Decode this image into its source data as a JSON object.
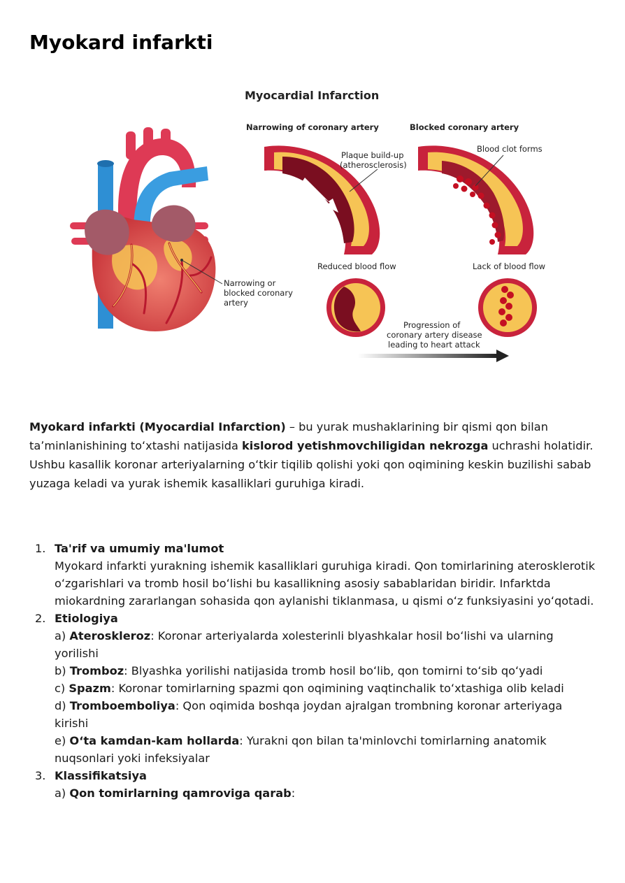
{
  "page": {
    "title": "Myokard infarkti"
  },
  "figure": {
    "title": "Myocardial Infarction",
    "narrowing_heading": "Narrowing of coronary artery",
    "blocked_heading": "Blocked coronary artery",
    "plaque_label_1": "Plaque build-up",
    "plaque_label_2": "(atherosclerosis)",
    "clot_label": "Blood clot forms",
    "reduced_flow": "Reduced blood flow",
    "lack_flow": "Lack of blood flow",
    "heart_label_1": "Narrowing or",
    "heart_label_2": "blocked coronary",
    "heart_label_3": "artery",
    "progression_1": "Progression of",
    "progression_2": "coronary artery disease",
    "progression_3": "leading to heart attack",
    "colors": {
      "artery": "#c8233c",
      "plaque": "#f6c455",
      "clot": "#c40f22",
      "aorta": "#de3a55",
      "vein": "#2e8fd4",
      "muscle": "#e05a4a",
      "atrium": "#a35a68"
    }
  },
  "intro": {
    "term": "Myokard infarkti (Myocardial Infarction)",
    "text1": " – bu yurak mushaklarining bir qismi qon bilan taʼminlanishining toʻxtashi natijasida ",
    "bold": "kislorod yetishmovchiligidan nekrozga",
    "text2": " uchrashi holatidir. Ushbu kasallik koronar arteriyalarning oʻtkir tiqilib qolishi yoki qon oqimining keskin buzilishi sabab yuzaga keladi va yurak ishemik kasalliklari guruhiga kiradi."
  },
  "sections": [
    {
      "num": "1.",
      "title": "Ta'rif va umumiy ma'lumot",
      "body": "Myokard infarkti yurakning ishemik kasalliklari guruhiga kiradi. Qon tomirlarining aterosklerotik oʻzgarishlari va tromb hosil boʻlishi bu kasallikning asosiy sabablaridan biridir. Infarktda miokardning zararlangan sohasida qon aylanishi tiklanmasa, u qismi oʻz funksiyasini yoʻqotadi."
    },
    {
      "num": "2.",
      "title": "Etiologiya",
      "items": [
        {
          "prefix": "a) ",
          "term": "Ateroskleroz",
          "text": ": Koronar arteriyalarda xolesterinli blyashkalar hosil boʻlishi va ularning yorilishi"
        },
        {
          "prefix": "b) ",
          "term": "Tromboz",
          "text": ": Blyashka yorilishi natijasida tromb hosil boʻlib, qon tomirni toʻsib qoʻyadi"
        },
        {
          "prefix": "c) ",
          "term": "Spazm",
          "text": ": Koronar tomirlarning spazmi qon oqimining vaqtinchalik toʻxtashiga olib keladi"
        },
        {
          "prefix": "d) ",
          "term": "Tromboemboliya",
          "text": ": Qon oqimida boshqa joydan ajralgan trombning koronar arteriyaga kirishi"
        },
        {
          "prefix": "e) ",
          "term": "Oʻta kamdan-kam hollarda",
          "text": ": Yurakni qon bilan ta'minlovchi tomirlarning anatomik nuqsonlari yoki infeksiyalar"
        }
      ]
    },
    {
      "num": "3.",
      "title": "Klassifikatsiya",
      "items": [
        {
          "prefix": "a) ",
          "term": "Qon tomirlarning qamroviga qarab",
          "text": ":"
        }
      ]
    }
  ]
}
